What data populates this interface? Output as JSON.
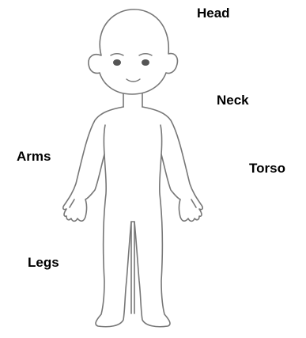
{
  "labels": {
    "head": "Head",
    "neck": "Neck",
    "arms": "Arms",
    "torso": "Torso",
    "legs": "Legs"
  },
  "colors": {
    "outline": "#777777",
    "text": "#000000",
    "background": "#ffffff"
  }
}
